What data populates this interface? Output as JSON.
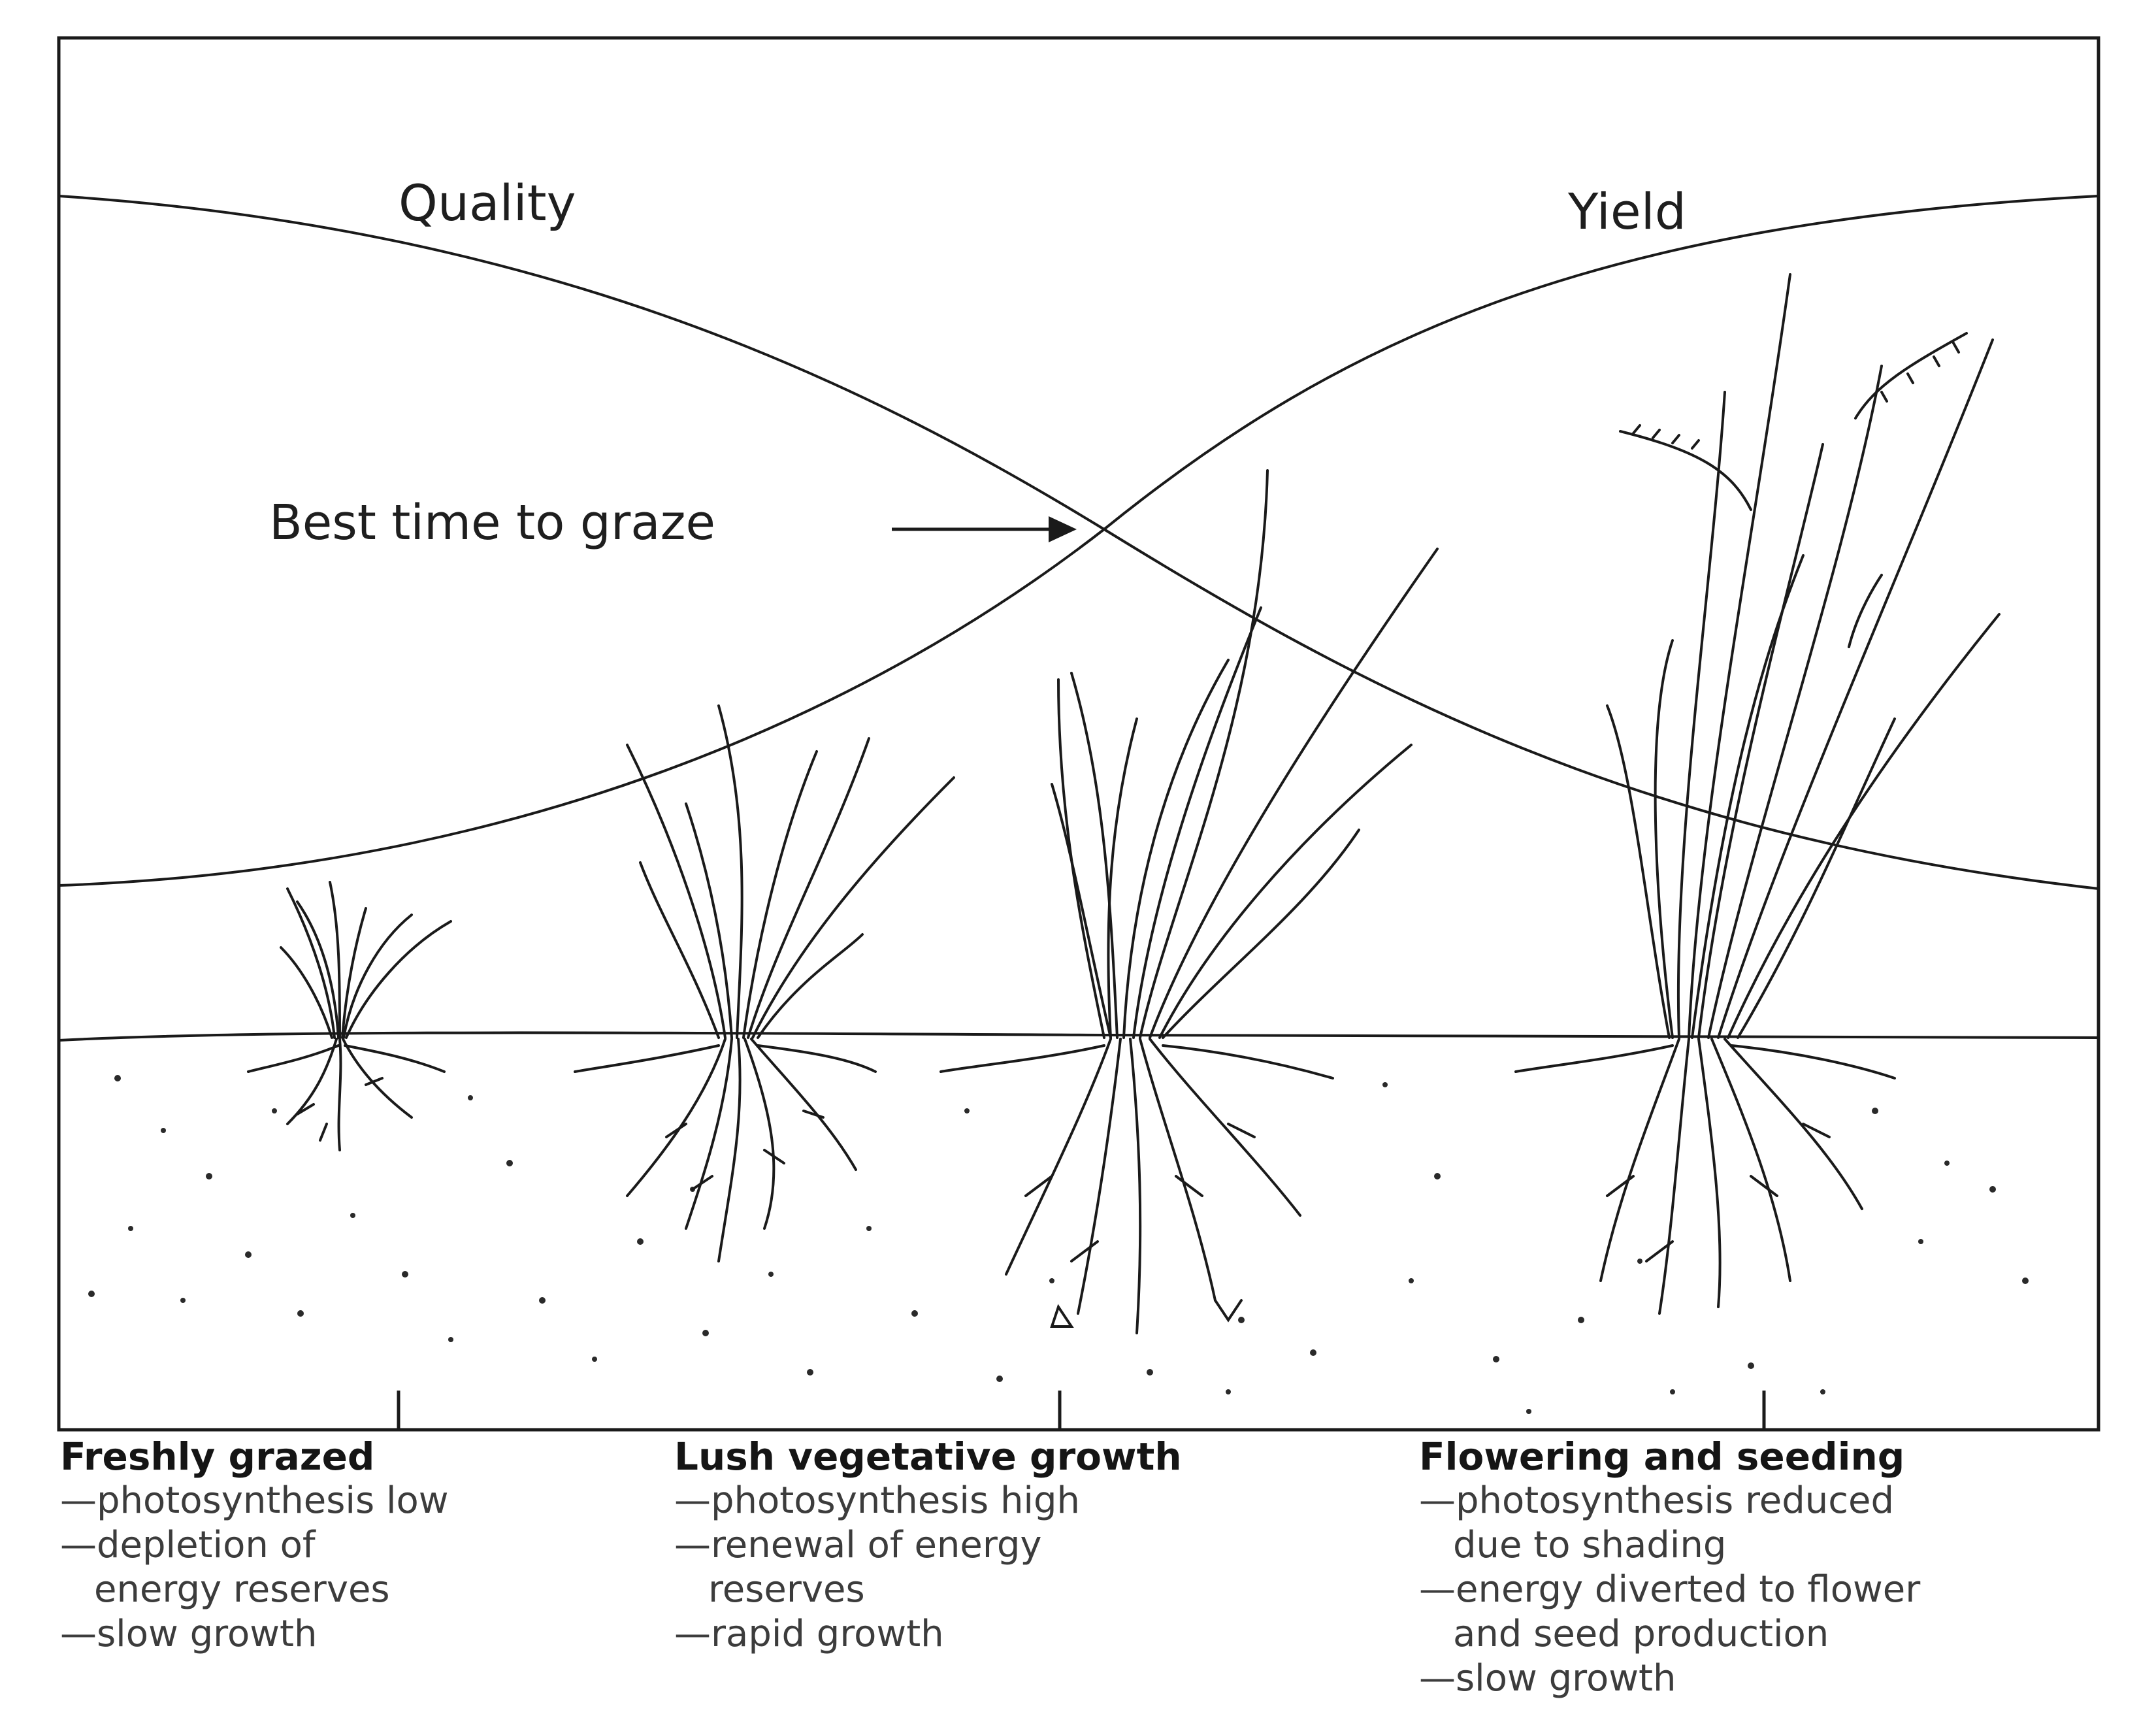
{
  "curves": {
    "quality_label": "Quality",
    "yield_label": "Yield"
  },
  "annotation": {
    "best_time": "Best time to graze"
  },
  "stages": [
    {
      "title": "Freshly grazed",
      "lines": [
        "—photosynthesis low",
        "—depletion of",
        "energy reserves",
        "—slow growth"
      ]
    },
    {
      "title": "Lush vegetative growth",
      "lines": [
        "—photosynthesis high",
        "—renewal of energy",
        "reserves",
        "—rapid growth"
      ]
    },
    {
      "title": "Flowering and seeding",
      "lines": [
        "—photosynthesis reduced",
        "due to shading",
        "—energy diverted to flower",
        "and seed production",
        "—slow growth"
      ]
    }
  ],
  "colors": {
    "ink": "#1a1a1a",
    "background": "#ffffff"
  }
}
